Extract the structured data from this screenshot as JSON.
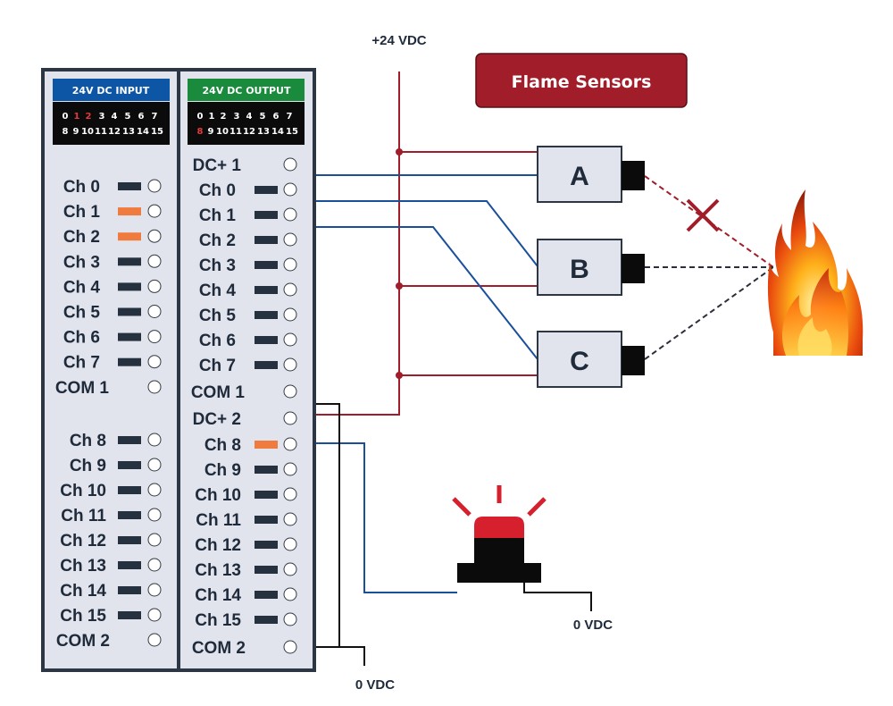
{
  "supply": {
    "positive_label": "+24 VDC",
    "ground_label_bottom": "0 VDC",
    "ground_label_beacon": "0 VDC"
  },
  "title_box": {
    "label": "Flame Sensors",
    "color": "#a11d2a"
  },
  "input_module": {
    "header": "24V DC INPUT",
    "header_color": "#0d56a6",
    "index_row1": [
      "0",
      "1",
      "2",
      "3",
      "4",
      "5",
      "6",
      "7"
    ],
    "index_row2": [
      "8",
      "9",
      "10",
      "11",
      "12",
      "13",
      "14",
      "15"
    ],
    "highlighted_indices": [
      "1",
      "2"
    ],
    "channels_top": [
      "Ch 0",
      "Ch 1",
      "Ch 2",
      "Ch 3",
      "Ch 4",
      "Ch 5",
      "Ch 6",
      "Ch 7"
    ],
    "com1": "COM 1",
    "channels_bottom": [
      "Ch 8",
      "Ch 9",
      "Ch 10",
      "Ch 11",
      "Ch 12",
      "Ch 13",
      "Ch 14",
      "Ch 15"
    ],
    "com2": "COM 2",
    "active_channels": [
      "Ch 1",
      "Ch 2"
    ]
  },
  "output_module": {
    "header": "24V DC OUTPUT",
    "header_color": "#1a8a3c",
    "index_row1": [
      "0",
      "1",
      "2",
      "3",
      "4",
      "5",
      "6",
      "7"
    ],
    "index_row2": [
      "8",
      "9",
      "10",
      "11",
      "12",
      "13",
      "14",
      "15"
    ],
    "highlighted_indices": [
      "8"
    ],
    "dc1": "DC+ 1",
    "channels_top": [
      "Ch 0",
      "Ch 1",
      "Ch 2",
      "Ch 3",
      "Ch 4",
      "Ch 5",
      "Ch 6",
      "Ch 7"
    ],
    "com1": "COM 1",
    "dc2": "DC+ 2",
    "channels_bottom": [
      "Ch 8",
      "Ch 9",
      "Ch 10",
      "Ch 11",
      "Ch 12",
      "Ch 13",
      "Ch 14",
      "Ch 15"
    ],
    "com2": "COM 2",
    "active_channels": [
      "Ch 8"
    ]
  },
  "sensors": [
    {
      "label": "A",
      "detects_flame": false
    },
    {
      "label": "B",
      "detects_flame": true
    },
    {
      "label": "C",
      "detects_flame": true
    }
  ],
  "colors": {
    "signal_wire": "#1a4f9c",
    "power_wire": "#a11d2a",
    "ground_wire": "#111111",
    "led_active": "#f07b3f",
    "led_idle": "#26313f",
    "panel": "#e1e4ec",
    "panel_border": "#2c3644",
    "beacon_red": "#d7202e"
  },
  "icons": {
    "flame": "flame-icon",
    "beacon": "alarm-beacon-icon",
    "blocked": "x-mark-icon"
  }
}
